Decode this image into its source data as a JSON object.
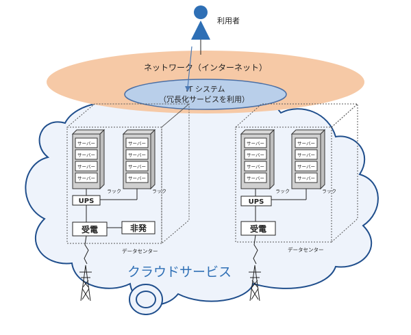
{
  "user": {
    "label": "利用者"
  },
  "network": {
    "label": "ネットワーク（インターネット）"
  },
  "it_system": {
    "line1": "IT システム",
    "line2": "（冗長化サービスを利用）"
  },
  "cloud": {
    "label": "クラウドサービス"
  },
  "datacenters": [
    {
      "caption": "データセンター",
      "racks": [
        {
          "label": "ラック",
          "servers": [
            "サーバー",
            "サーバー",
            "サーバー",
            "サーバー"
          ]
        },
        {
          "label": "ラック",
          "servers": [
            "サーバー",
            "サーバー",
            "サーバー",
            "サーバー"
          ]
        }
      ],
      "ups": "UPS",
      "power_receiving": "受電",
      "emergency_power": "非発"
    },
    {
      "caption": "データセンター",
      "racks": [
        {
          "label": "ラック",
          "servers": [
            "サーバー",
            "サーバー",
            "サーバー",
            "サーバー"
          ]
        },
        {
          "label": "ラック",
          "servers": [
            "サーバー",
            "サーバー",
            "サーバー",
            "サーバー"
          ]
        }
      ],
      "ups": "UPS",
      "power_receiving": "受電"
    }
  ],
  "colors": {
    "person": "#2e6fb5",
    "cloud_fill": "#eef3fb",
    "cloud_stroke": "#1f4e8c",
    "network_fill": "#f6c9a6",
    "it_fill": "#b9cfea",
    "cloud_text": "#2e6fb5"
  }
}
